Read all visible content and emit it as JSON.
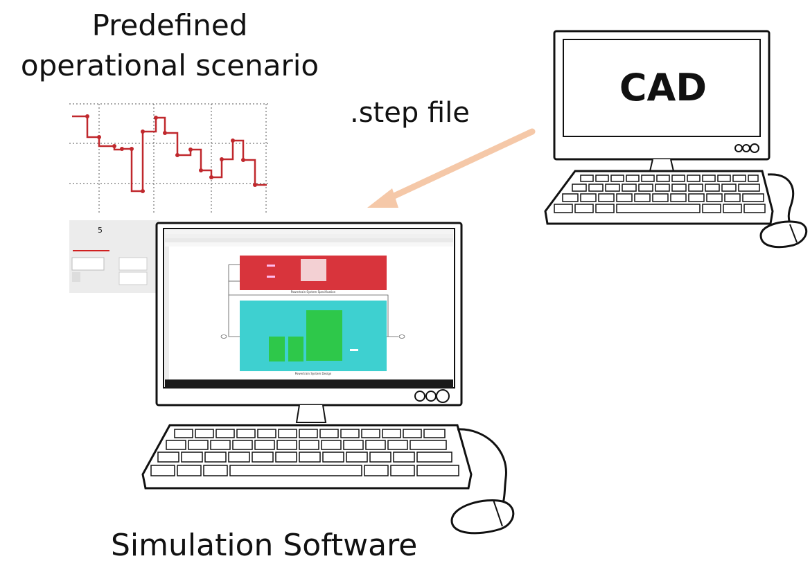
{
  "title": {
    "line1": "Predefined",
    "line2": "operational scenario"
  },
  "arrow_label": ".step file",
  "cad": {
    "screen_text": "CAD"
  },
  "simulation": {
    "caption": "Simulation Software",
    "chart_tick": "5",
    "block_top_caption": "Powertrain System Specification",
    "block_bottom_caption": "Powertrain System Design"
  },
  "colors": {
    "arrow": "#f5c8a8",
    "scenario_line": "#c0282d",
    "red_block": "#d8343c",
    "teal_block": "#3ed0d0",
    "green_block": "#2ec84a"
  },
  "icons": [
    "cad-monitor-icon",
    "keyboard-icon",
    "mouse-icon",
    "simulation-monitor-icon"
  ]
}
